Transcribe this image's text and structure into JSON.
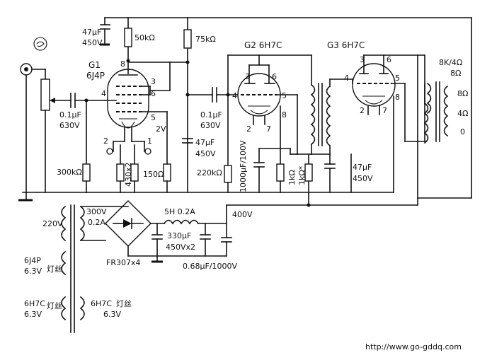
{
  "labels": {
    "c_bypass1": [
      "47μF",
      "450V"
    ],
    "r_50k": "50kΩ",
    "r_75k": "75kΩ",
    "g1": [
      "G1",
      "6J4P"
    ],
    "g2": "G2  6H7C",
    "g3": "G3  6H7C",
    "c_in": [
      "0.1μF",
      "630V"
    ],
    "c_couple": [
      "0.1μF",
      "630V"
    ],
    "v_2v": "2V",
    "c_47_mid": [
      "47μF",
      "450V"
    ],
    "r_300k": "300kΩ",
    "r_430": "430x2",
    "r_150": "150Ω",
    "r_220k": "220kΩ",
    "c_1000": "1000μF/100V",
    "r_1k": "1kΩ",
    "r_1k_star": "1kΩ*",
    "c_47_right": [
      "47μF",
      "450V"
    ],
    "out_tap": [
      "8K/4Ω",
      "8Ω"
    ],
    "out_8": "8Ω",
    "out_4": "4Ω",
    "out_0": "0",
    "tr_220": "220V",
    "tr_300": [
      "300V",
      "0.2A"
    ],
    "rect": "FR307x4",
    "choke": "5H  0.2A",
    "c_330": [
      "330μF",
      "450Vx2"
    ],
    "v_400": "400V",
    "c_068": "0.68μF/1000V",
    "fil_6j4p": [
      "6J4P",
      "6.3V"
    ],
    "fil_6h7c_a": [
      "6H7C",
      "6.3V"
    ],
    "fil_6h7c_b": [
      "6H7C",
      "6.3V"
    ],
    "fil_word": "灯丝",
    "url": "http://www.go-gddq.com"
  },
  "pins": {
    "g1": [
      "8",
      "3",
      "6",
      "5",
      "4",
      "2",
      "1"
    ],
    "g2": [
      "3",
      "6",
      "4",
      "5",
      "8",
      "2",
      "7"
    ],
    "g3": [
      "3",
      "6",
      "4",
      "5",
      "8",
      "2",
      "7"
    ]
  }
}
